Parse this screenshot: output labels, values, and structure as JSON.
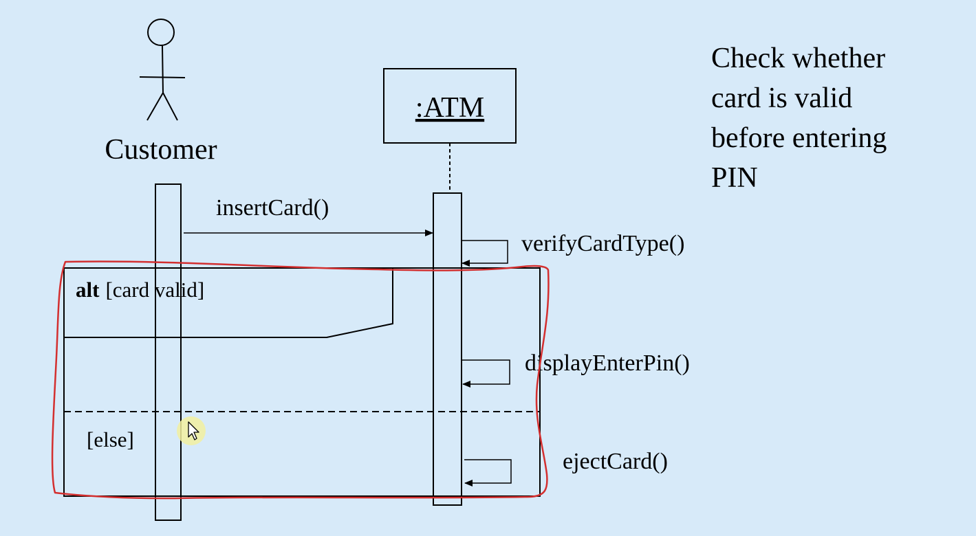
{
  "actor": {
    "name": "Customer"
  },
  "object": {
    "name": ":ATM"
  },
  "messages": {
    "insert_card": "insertCard()",
    "verify_card_type": "verifyCardType()",
    "display_enter_pin": "displayEnterPin()",
    "eject_card": "ejectCard()"
  },
  "fragment": {
    "operator": "alt",
    "guard": "[card valid]",
    "else_guard": "[else]"
  },
  "note": {
    "line1": "Check whether",
    "line2": "card is valid",
    "line3": "before entering",
    "line4": "PIN"
  },
  "colors": {
    "background": "#d7eaf9",
    "annotation": "#d32f2f",
    "cursor_highlight": "#f2f0a0"
  },
  "icons": {
    "actor": "stick-figure-icon",
    "cursor": "mouse-pointer-icon"
  }
}
